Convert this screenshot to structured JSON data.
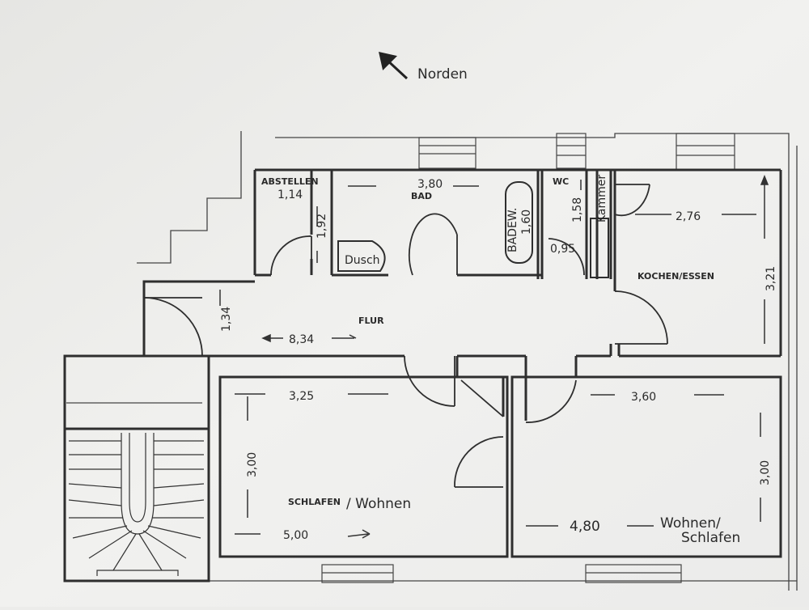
{
  "north_label": "Norden",
  "rooms": {
    "abstellen": {
      "name": "ABSTELLEN",
      "width": "1,14",
      "depth": "1,92"
    },
    "bad": {
      "name": "BAD",
      "width": "3,80"
    },
    "badewanne": {
      "label": "BADEW.",
      "size": "1,60"
    },
    "dusche": {
      "label": "Dusch"
    },
    "wc": {
      "name": "WC",
      "depth": "1,58",
      "width": "0,95"
    },
    "kammer": {
      "name": "Kammer"
    },
    "kochen": {
      "name": "KOCHEN/ESSEN",
      "width": "2,76",
      "depth": "3,21"
    },
    "flur": {
      "name": "FLUR",
      "length": "8,34",
      "depth": "1,34"
    },
    "schlafen": {
      "name_print": "SCHLAFEN",
      "name_hand": "/ Wohnen",
      "width": "3,25",
      "depth": "3,00",
      "length": "5,00"
    },
    "wohnen": {
      "name_line1": "Wohnen/",
      "name_line2": "Schlafen",
      "width": "3,60",
      "depth": "3,00",
      "length": "4,80"
    }
  }
}
